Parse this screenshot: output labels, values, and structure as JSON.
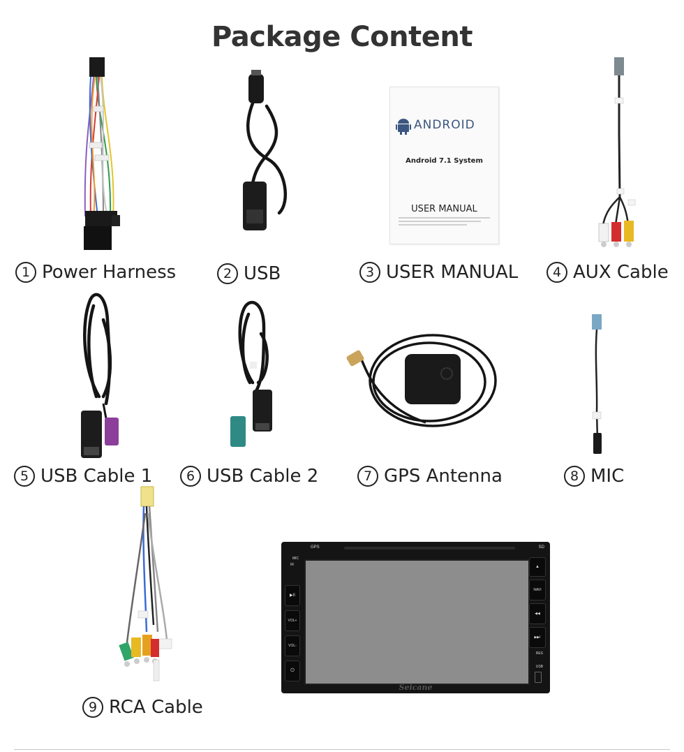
{
  "title": "Package Content",
  "items": [
    {
      "num": "1",
      "label": "Power Harness"
    },
    {
      "num": "2",
      "label": "USB"
    },
    {
      "num": "3",
      "label": "USER MANUAL"
    },
    {
      "num": "4",
      "label": "AUX Cable"
    },
    {
      "num": "5",
      "label": "USB Cable 1"
    },
    {
      "num": "6",
      "label": "USB Cable 2"
    },
    {
      "num": "7",
      "label": "GPS Antenna"
    },
    {
      "num": "8",
      "label": "MIC"
    },
    {
      "num": "9",
      "label": "RCA Cable"
    }
  ],
  "manual": {
    "brand": "ANDROID",
    "system": "Android 7.1 System",
    "title": "USER MANUAL"
  },
  "unit": {
    "logo": "Seicane",
    "top_left": "GPS",
    "top_right": "SD",
    "left_buttons": [
      "MIC",
      "IR",
      "▶II",
      "VOL+",
      "VOL-",
      "⏻"
    ],
    "right_buttons": [
      "▲",
      "NAVI",
      "◀◀",
      "▶▶I",
      "RES",
      "USB"
    ]
  }
}
